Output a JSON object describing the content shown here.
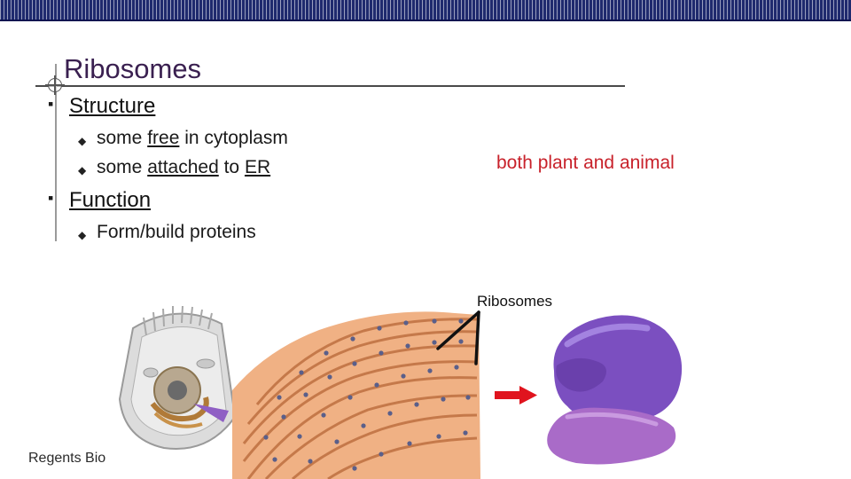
{
  "slide": {
    "title": "Ribosomes",
    "structure": {
      "heading": "Structure",
      "items": [
        {
          "pre": "some ",
          "link": "free",
          "post": " in cytoplasm"
        },
        {
          "pre": "some ",
          "link": "attached",
          "mid": " to ",
          "link2": "ER"
        }
      ]
    },
    "function": {
      "heading": "Function",
      "items": [
        "Form/build proteins"
      ]
    },
    "side_note": "both plant and animal",
    "figure_label": "Ribosomes",
    "footer": "Regents Bio"
  },
  "colors": {
    "top_bar": "#1f2a6e",
    "title": "#3a2050",
    "side_note": "#c8222b",
    "arrow": "#e0141e",
    "ribosome_large": "#7b4fc0",
    "ribosome_small": "#a96bc8",
    "er_membrane": "#e8a070"
  },
  "icons": {
    "level1_bullet": "square-bullet",
    "level2_bullet": "diamond-bullet"
  }
}
